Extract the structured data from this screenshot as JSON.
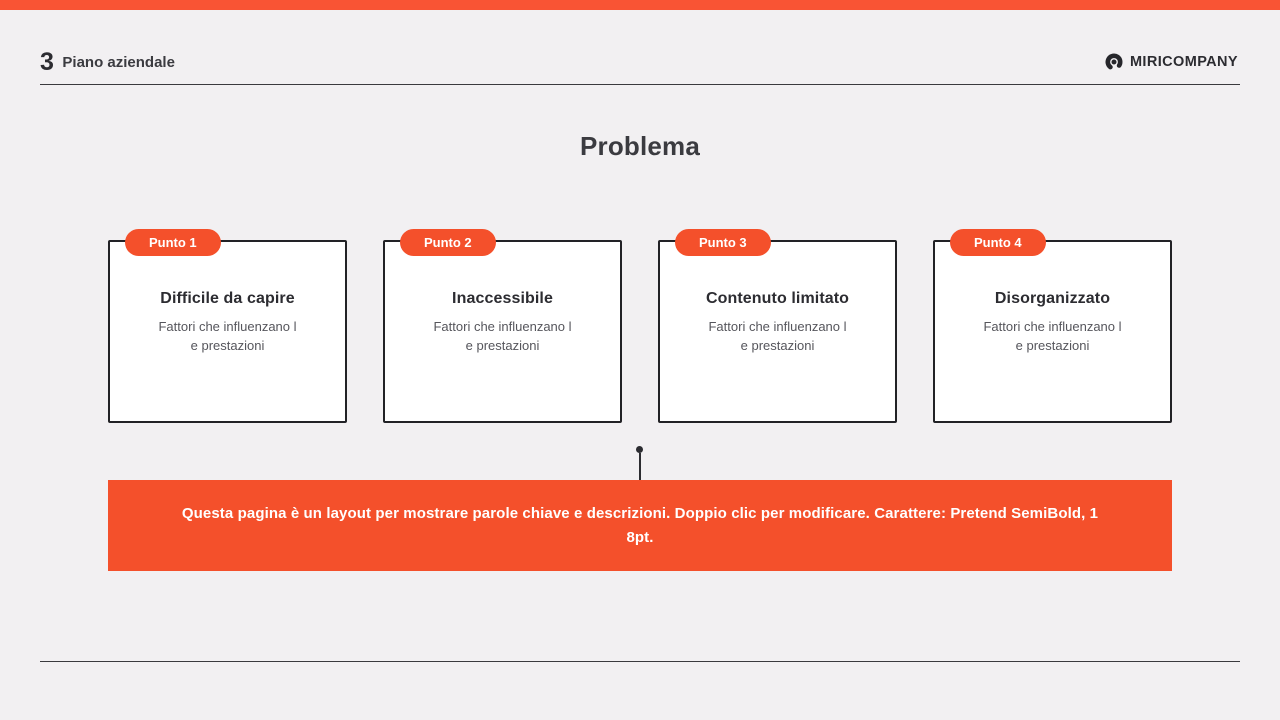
{
  "theme": {
    "accent": "#F4502B",
    "topbar": "#F95434",
    "background": "#F2F0F2",
    "card_bg": "#FFFFFF",
    "card_border": "#222226",
    "ink": "#2C2C31",
    "ink_soft": "#3B3B40",
    "ink_muted": "#56565C",
    "divider": "#3A3A3E"
  },
  "header": {
    "page_number": "3",
    "page_title": "Piano aziendale",
    "brand_name": "MIRICOMPANY",
    "brand_icon": "miri-logo-icon"
  },
  "slide": {
    "title": "Problema"
  },
  "cards": [
    {
      "badge": "Punto 1",
      "title": "Difficile da capire",
      "desc": [
        "Fattori che influenzano l",
        "e prestazioni"
      ]
    },
    {
      "badge": "Punto 2",
      "title": "Inaccessibile",
      "desc": [
        "Fattori che influenzano l",
        "e prestazioni"
      ]
    },
    {
      "badge": "Punto 3",
      "title": "Contenuto limitato",
      "desc": [
        "Fattori che influenzano l",
        "e prestazioni"
      ]
    },
    {
      "badge": "Punto 4",
      "title": "Disorganizzato",
      "desc": [
        "Fattori che influenzano l",
        "e prestazioni"
      ]
    }
  ],
  "banner": {
    "lines": [
      "Questa pagina è un layout per mostrare parole chiave e descrizioni. Doppio clic per modificare. Carattere: Pretend SemiBold, 1",
      "8pt."
    ]
  }
}
